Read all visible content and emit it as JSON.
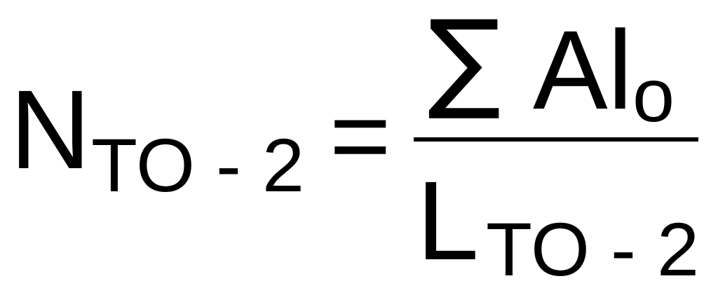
{
  "formula": {
    "lhs": {
      "symbol": "N",
      "subscript": "TO - 2"
    },
    "operator": "=",
    "numerator": {
      "sum_symbol": "∑",
      "symbol": "Al",
      "subscript": "o"
    },
    "denominator": {
      "symbol": "L",
      "subscript": "TO - 2"
    }
  }
}
